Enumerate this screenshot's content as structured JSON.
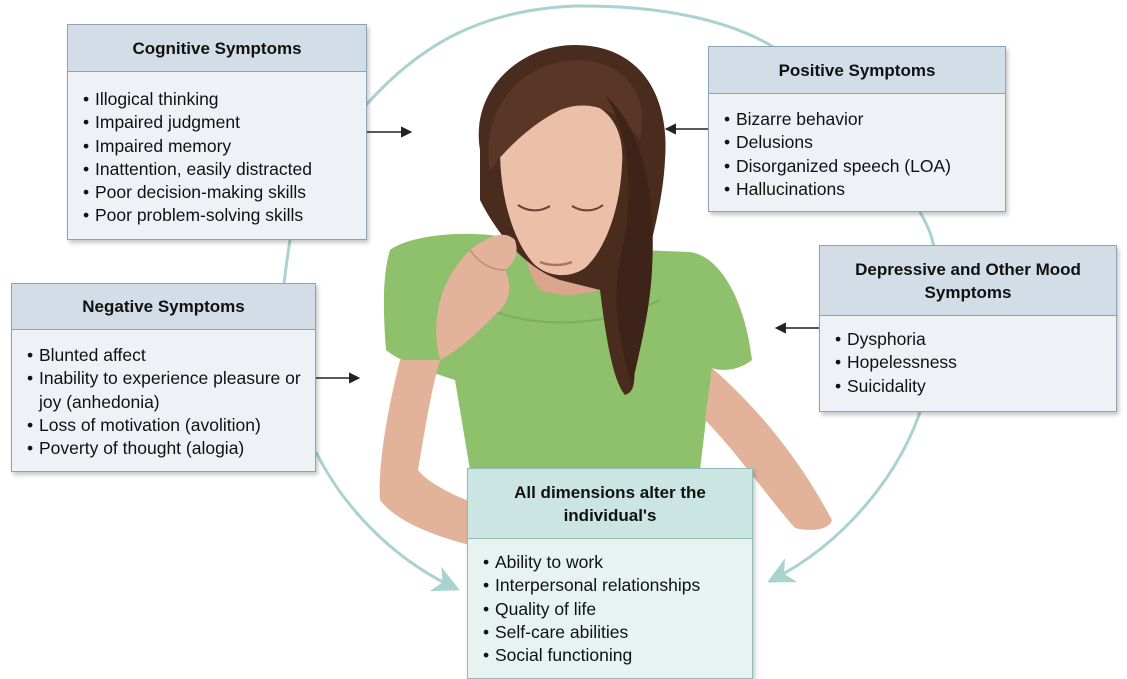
{
  "colors": {
    "ring": "#a9d3cf",
    "box_fill": "#eef2f6",
    "box_header": "#d3dde7",
    "outcome_fill": "#e6f3f1",
    "outcome_header": "#cbe6e2",
    "shirt": "#8fc06c",
    "hair": "#4a2c1f",
    "skin": "#e7b9a0"
  },
  "illustration": "woman-resting-head-on-hand",
  "cognitive": {
    "title": "Cognitive Symptoms",
    "items": [
      "Illogical thinking",
      "Impaired judgment",
      "Impaired memory",
      "Inattention, easily distracted",
      "Poor decision-making skills",
      "Poor problem-solving skills"
    ]
  },
  "positive": {
    "title": "Positive Symptoms",
    "items": [
      "Bizarre behavior",
      "Delusions",
      "Disorganized speech (LOA)",
      "Hallucinations"
    ]
  },
  "negative": {
    "title": "Negative Symptoms",
    "items": [
      "Blunted affect",
      "Inability to experience pleasure or joy (anhedonia)",
      "Loss of motivation (avolition)",
      "Poverty of thought (alogia)"
    ]
  },
  "mood": {
    "title": "Depressive and Other Mood Symptoms",
    "items": [
      "Dysphoria",
      "Hopelessness",
      "Suicidality"
    ]
  },
  "outcomes": {
    "title": "All dimensions alter the individual's",
    "items": [
      "Ability to work",
      "Interpersonal relationships",
      "Quality of life",
      "Self-care abilities",
      "Social functioning"
    ]
  }
}
